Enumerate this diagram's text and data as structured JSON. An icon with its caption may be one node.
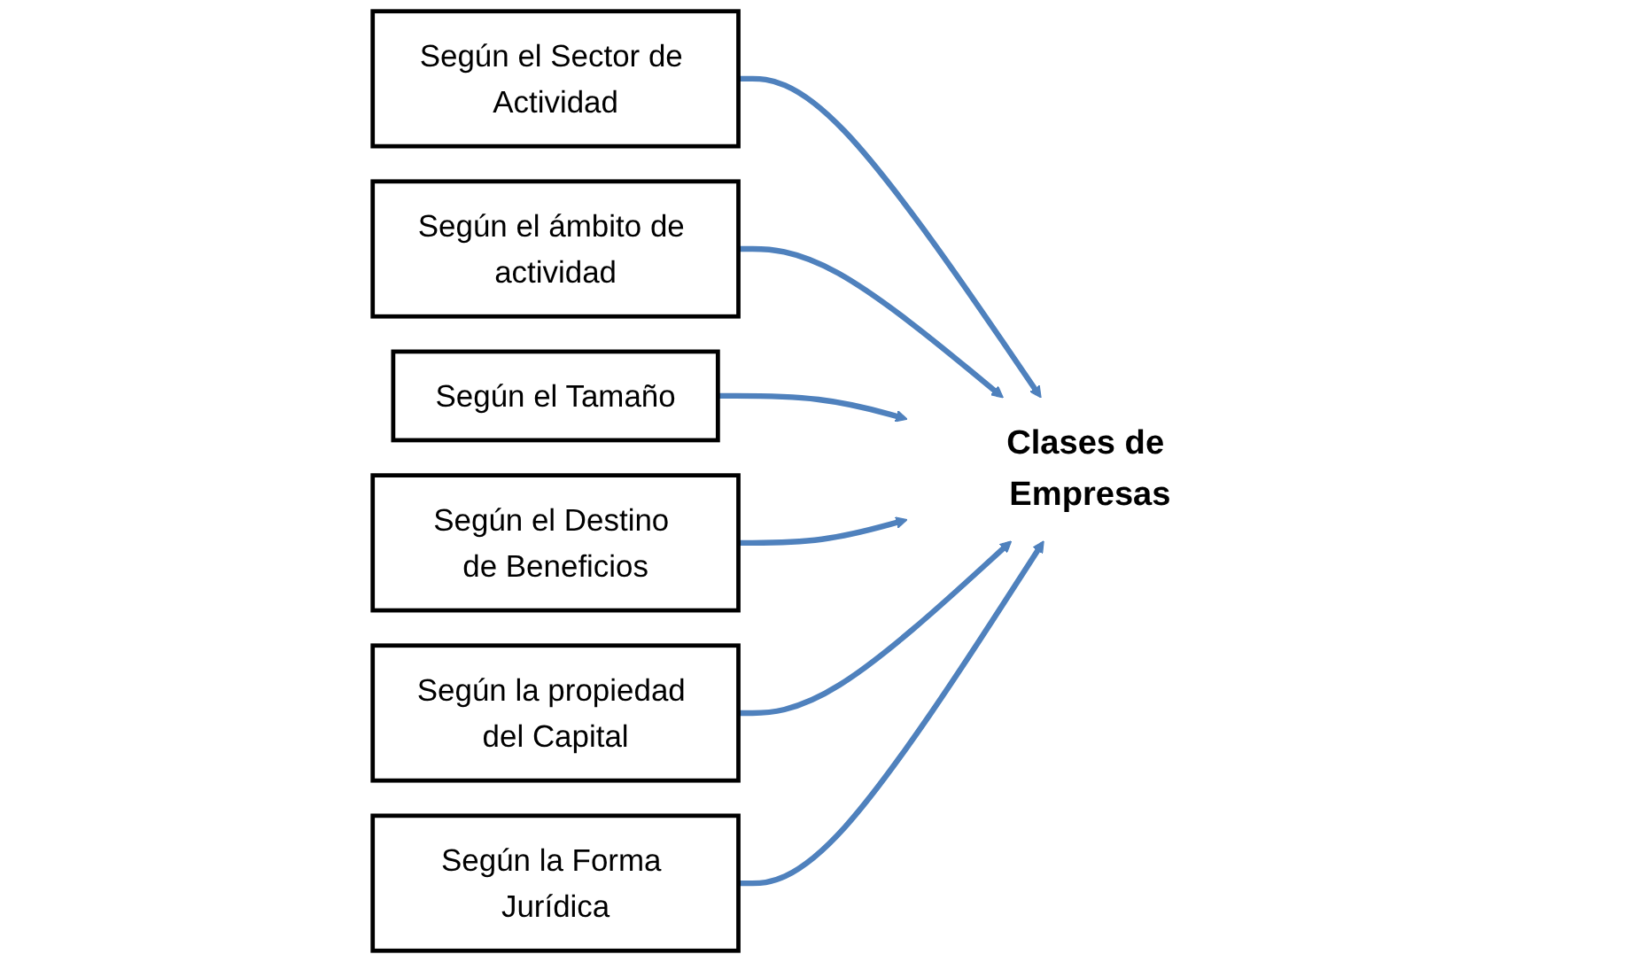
{
  "diagram": {
    "nodes": [
      {
        "text": [
          "Según el Sector de Actividad"
        ]
      },
      {
        "text": [
          "Según el ámbito de actividad"
        ]
      },
      {
        "text": [
          "Según el Tamaño"
        ]
      },
      {
        "text": [
          "Clases de Empresas"
        ]
      },
      {
        "text": [
          "Según el Destino de Beneficios"
        ]
      },
      {
        "text": [
          "Según la propiedad del Capital"
        ]
      },
      {
        "text": [
          "Según la Forma Jurídica"
        ]
      }
    ],
    "edges": [
      {
        "from": 0,
        "to": 3,
        "arrow": "to"
      },
      {
        "from": 1,
        "to": 3,
        "arrow": "to"
      },
      {
        "from": 2,
        "to": 3,
        "arrow": "to"
      },
      {
        "from": 4,
        "to": 3,
        "arrow": "to"
      },
      {
        "from": 5,
        "to": 3,
        "arrow": "to"
      },
      {
        "from": 6,
        "to": 3,
        "arrow": "to"
      }
    ]
  }
}
